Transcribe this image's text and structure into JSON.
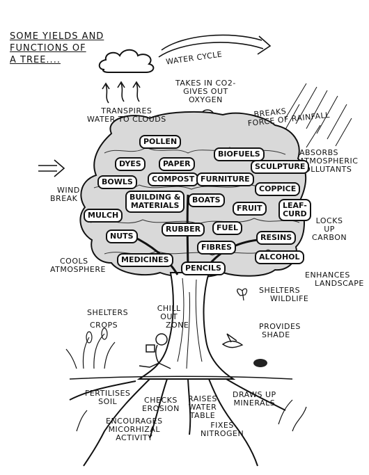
{
  "title": {
    "line1": "SOME YIELDS AND",
    "line2": "FUNCTIONS OF",
    "line3": "A TREE...."
  },
  "water_cycle": "WATER CYCLE",
  "co2": {
    "line1": "TAKES IN CO2-",
    "line2": "GIVES OUT",
    "line3": "OXYGEN"
  },
  "transpires": {
    "line1": "TRANSPIRES",
    "line2": "WATER TO CLOUDS"
  },
  "breaks": {
    "line1": "BREAKS",
    "line2": "FORCE OF RAINFALL"
  },
  "absorbs": {
    "line1": "ABSORBS",
    "line2": "ATMOSPHERIC",
    "line3": "POLLUTANTS"
  },
  "windbreak": {
    "line1": "WIND",
    "line2": "BREAK"
  },
  "locks": {
    "line1": "LOCKS",
    "line2": "UP",
    "line3": "CARBON"
  },
  "cools": {
    "line1": "COOLS",
    "line2": "ATMOSPHERE"
  },
  "enhances": {
    "line1": "ENHANCES",
    "line2": "LANDSCAPE"
  },
  "shelters_wildlife": {
    "line1": "SHELTERS",
    "line2": "WILDLIFE"
  },
  "shelters_crops": {
    "line1": "SHELTERS",
    "line2": "CROPS"
  },
  "chill": {
    "line1": "CHILL",
    "line2": "OUT",
    "line3": "ZONE"
  },
  "shade": {
    "line1": "PROVIDES",
    "line2": "SHADE"
  },
  "fertilises": {
    "line1": "FERTILISES",
    "line2": "SOIL"
  },
  "checks": {
    "line1": "CHECKS",
    "line2": "EROSION"
  },
  "raises": {
    "line1": "RAISES",
    "line2": "WATER",
    "line3": "TABLE"
  },
  "draws": {
    "line1": "DRAWS UP",
    "line2": "MINERALS"
  },
  "encourages": {
    "line1": "ENCOURAGES",
    "line2": "MICORHIZAL",
    "line3": "ACTIVITY"
  },
  "fixes": {
    "line1": "FIXES",
    "line2": "NITROGEN"
  },
  "yields": {
    "pollen": "POLLEN",
    "dyes": "DYES",
    "paper": "PAPER",
    "biofuels": "BIOFUELS",
    "sculpture": "SCULPTURE",
    "bowls": "BOWLS",
    "compost": "COMPOST",
    "furniture": "FURNITURE",
    "coppice": "COPPICE",
    "building1": "BUILDING &",
    "building2": "MATERIALS",
    "boats": "BOATS",
    "fruit": "FRUIT",
    "leaf1": "LEAF-",
    "leaf2": "CURD",
    "mulch": "MULCH",
    "rubber": "RUBBER",
    "fuel": "FUEL",
    "nuts": "NUTS",
    "resins": "RESINS",
    "fibres": "FIBRES",
    "alcohol": "ALCOHOL",
    "medicines": "MEDICINES",
    "pencils": "PENCILS"
  }
}
